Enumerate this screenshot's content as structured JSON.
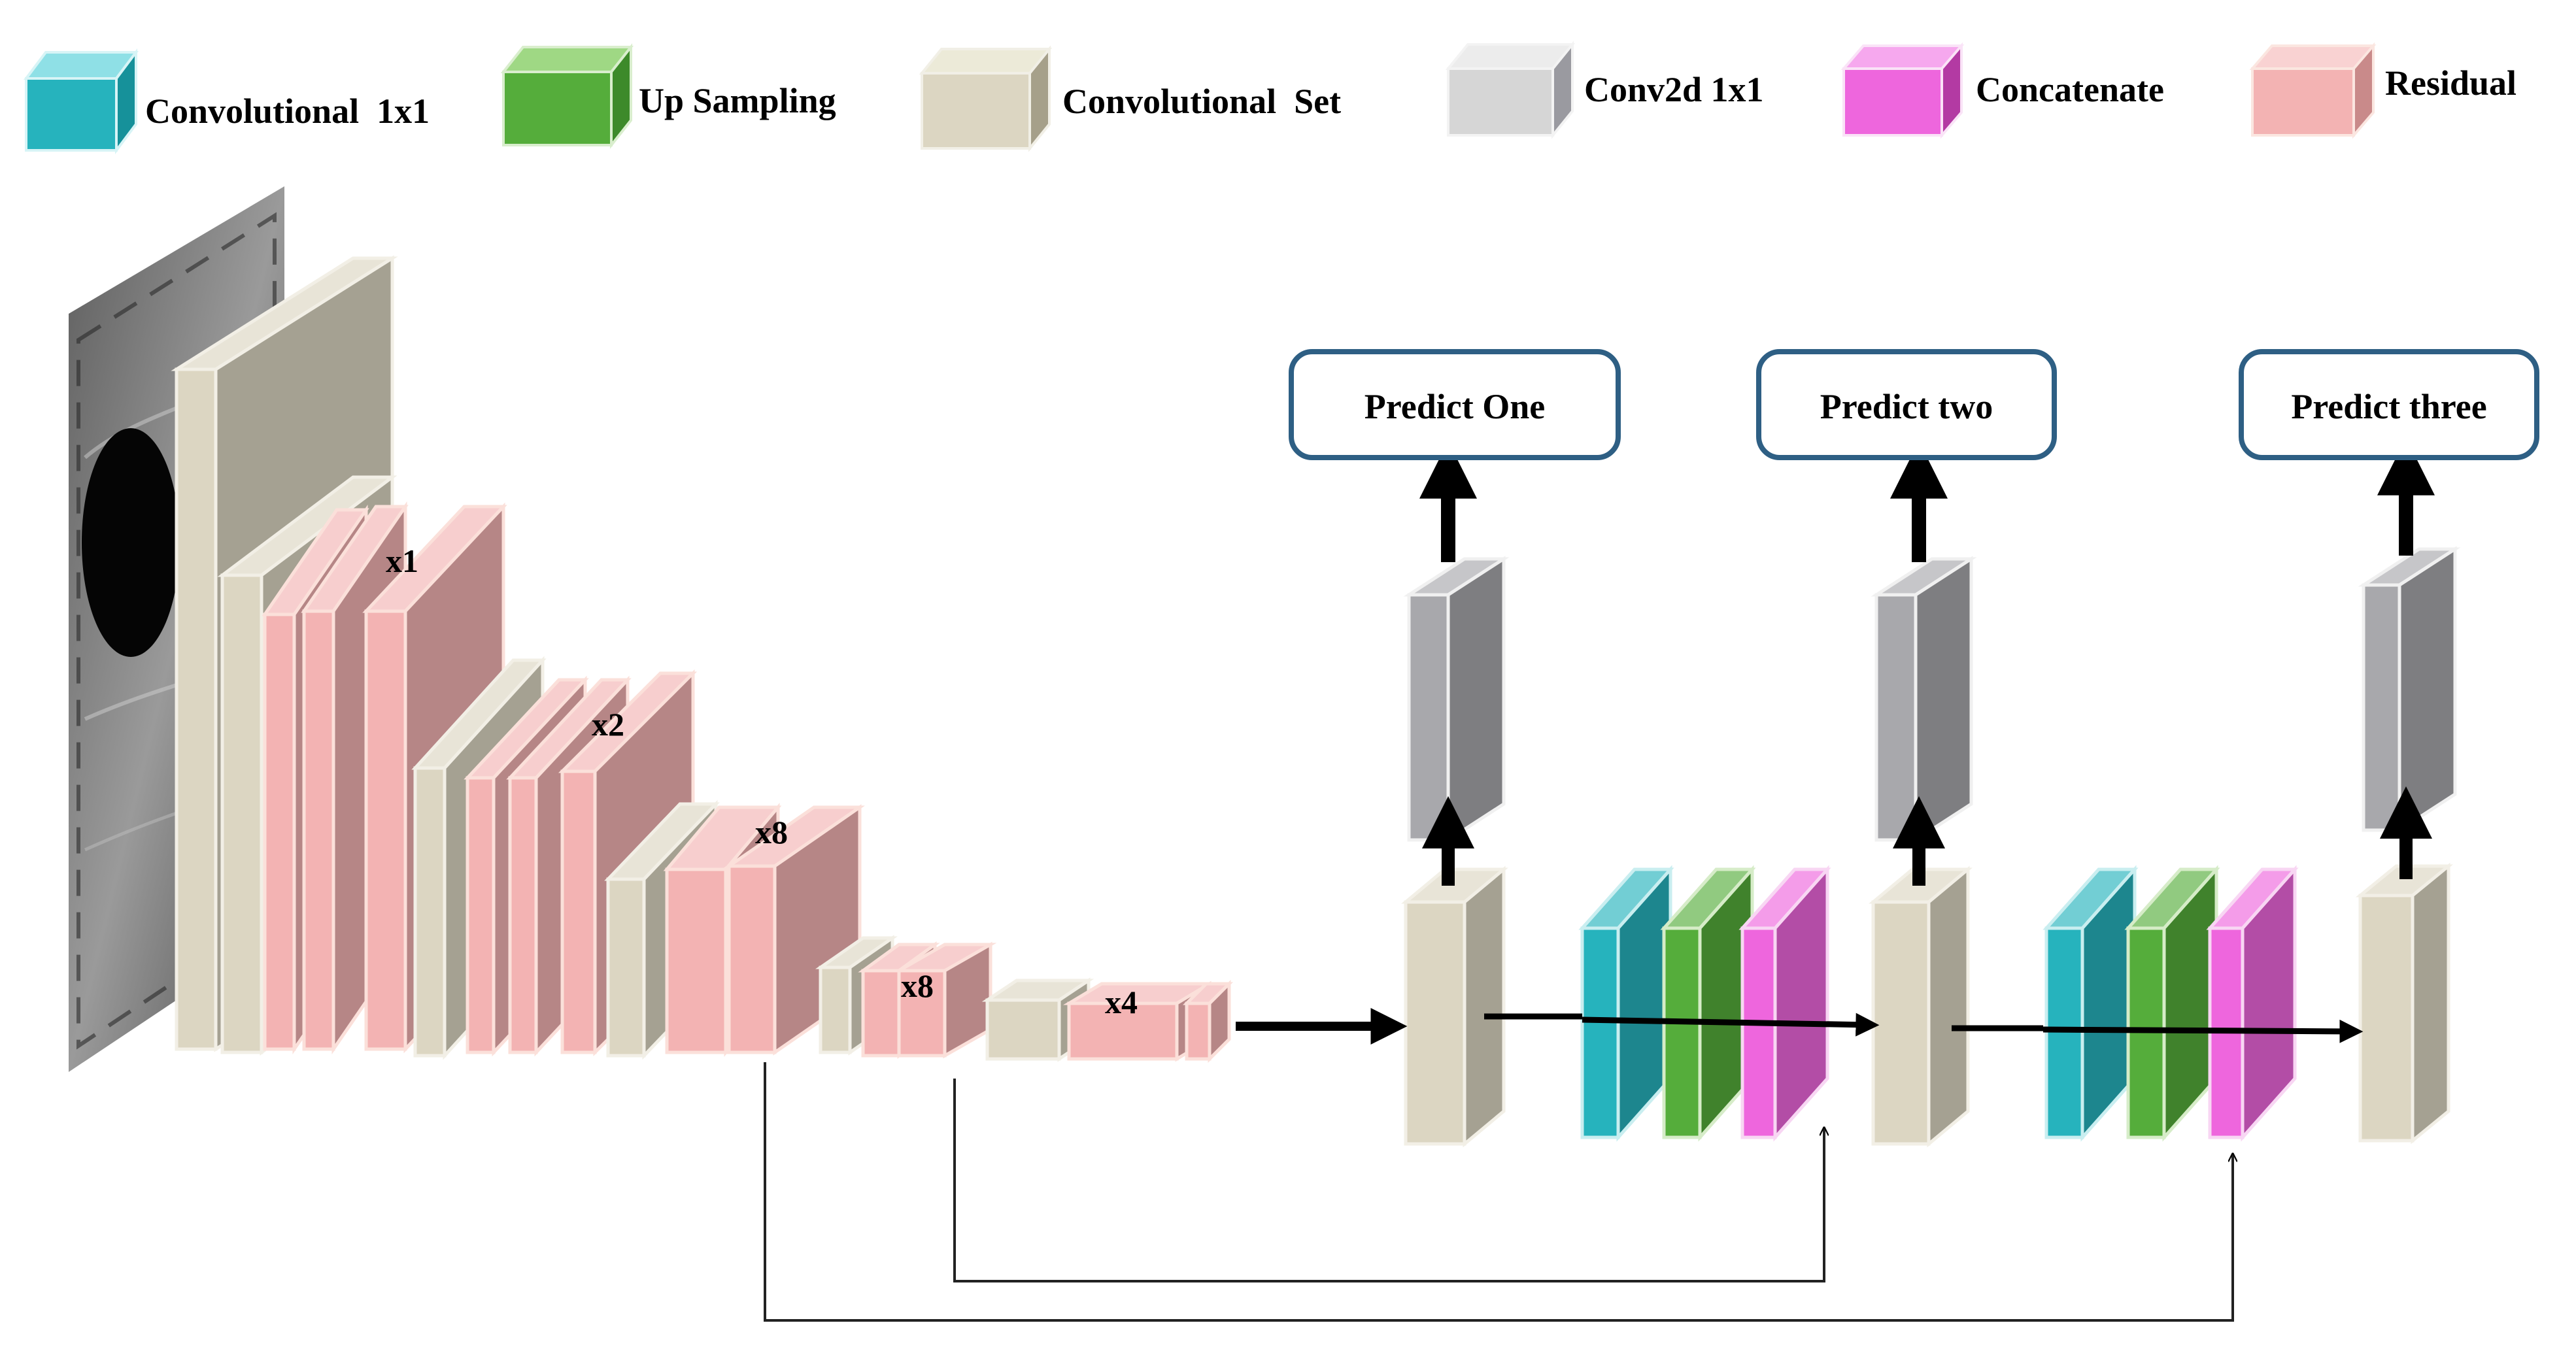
{
  "legend": [
    {
      "label": "Convolutional  1x1",
      "color": "#26b3bd",
      "icon": "cyan-block-icon"
    },
    {
      "label": "Up Sampling",
      "color": "#55ad3b",
      "icon": "green-block-icon"
    },
    {
      "label": "Convolutional  Set",
      "color": "#dcd6c2",
      "icon": "beige-block-icon"
    },
    {
      "label": "Conv2d 1x1",
      "color": "#d6d6d6",
      "icon": "gray-block-icon"
    },
    {
      "label": "Concatenate",
      "color": "#ee66dd",
      "icon": "magenta-block-icon"
    },
    {
      "label": "Residual",
      "color": "#f3b3b3",
      "icon": "pink-block-icon"
    }
  ],
  "backbone": {
    "repeat_labels": [
      "x1",
      "x2",
      "x8",
      "x8",
      "x4"
    ]
  },
  "heads": [
    {
      "label": "Predict One"
    },
    {
      "label": "Predict two"
    },
    {
      "label": "Predict three"
    }
  ],
  "colors": {
    "convolutional_1x1": "#26b3bd",
    "up_sampling": "#55ad3b",
    "convolutional_set": "#dcd6c2",
    "conv2d_1x1": "#a8a8ac",
    "concatenate": "#ee66dd",
    "residual": "#f3b3b3",
    "predict_box_border": "#2e5f84"
  }
}
